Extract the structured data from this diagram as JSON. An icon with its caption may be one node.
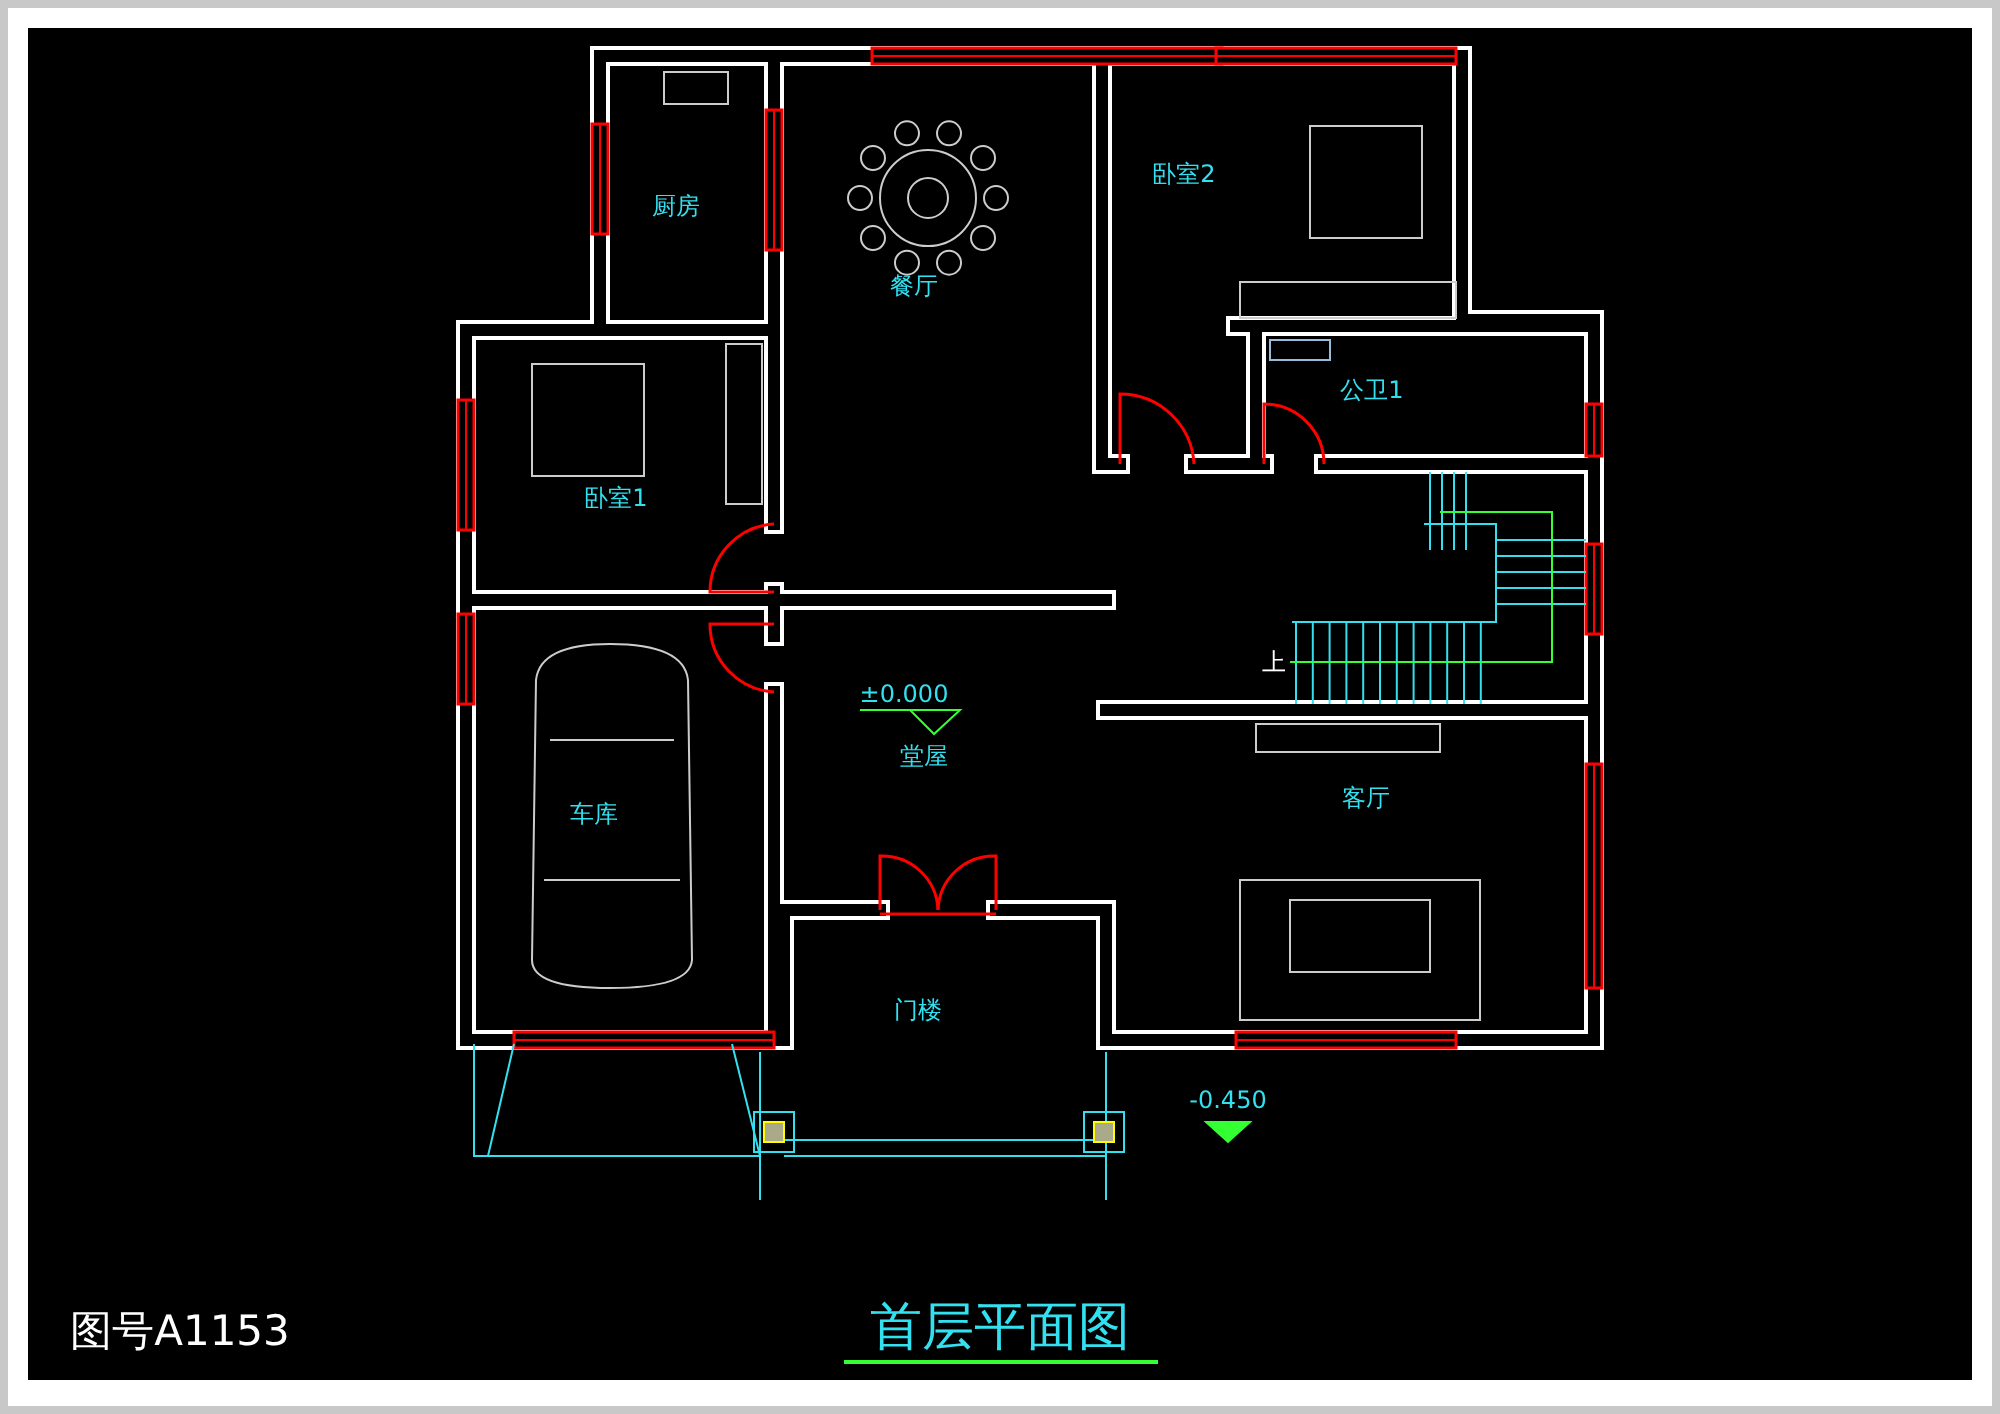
{
  "diagram": {
    "title": "首层平面图",
    "labels": [
      "厨房",
      "餐厅",
      "卧室2",
      "卧室1",
      "公卫1",
      "±0.000",
      "堂屋",
      "上",
      "车库",
      "客厅",
      "门楼",
      "-0.450",
      "图号A1153"
    ]
  }
}
